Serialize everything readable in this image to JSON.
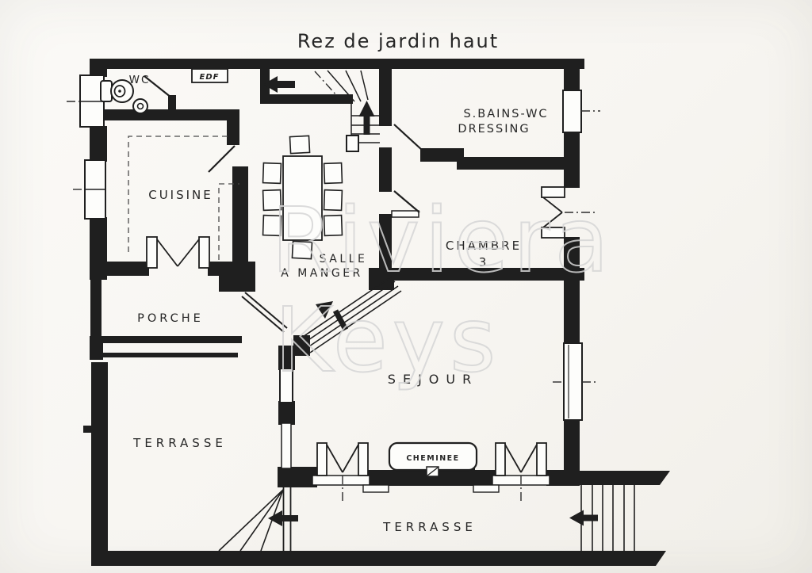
{
  "title": "Rez de jardin haut",
  "watermark": {
    "line1": "Riviera",
    "line2": "Keys"
  },
  "rooms": {
    "wc": "WC",
    "edf": "EDF",
    "cuisine": "CUISINE",
    "sbains_line1": "S.BAINS-WC",
    "sbains_line2": "DRESSING",
    "chambre_line1": "CHAMBRE",
    "chambre_line2": "3",
    "salle_line1": "SALLE",
    "salle_line2": "A MANGER",
    "porche": "PORCHE",
    "sejour": "SEJOUR",
    "terrasse_left": "TERRASSE",
    "terrasse_bottom": "TERRASSE",
    "cheminee": "CHEMINEE"
  },
  "icons": [
    "toilet-icon",
    "sink-icon",
    "stairs-up-icon",
    "stairs-fan-icon",
    "stairs-straight-icon",
    "entry-arrow-icon",
    "up-arrow-icon",
    "down-arrow-icon",
    "window-icon",
    "french-door-icon",
    "fireplace-icon",
    "dining-table-icon",
    "chair-icon"
  ],
  "colors": {
    "wall": "#1f1f1f",
    "paper": "#f7f5f1",
    "wm": "#d6d6d6"
  }
}
